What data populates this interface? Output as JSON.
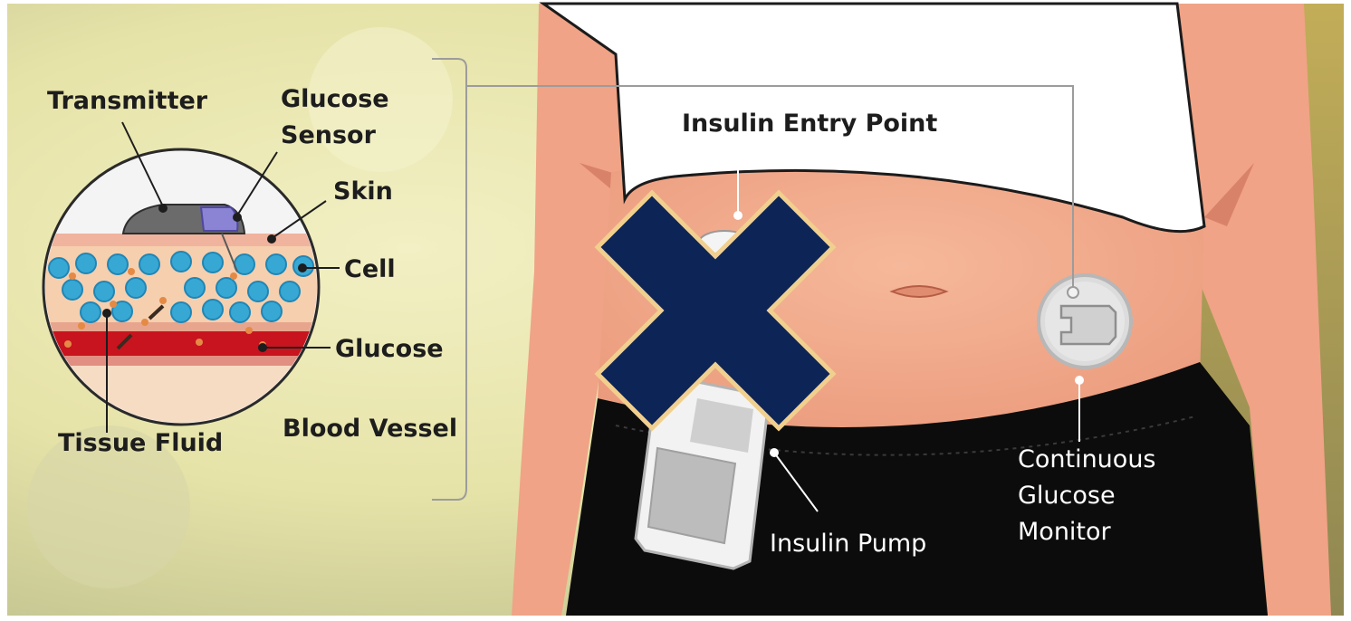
{
  "inset_labels": {
    "transmitter": "Transmitter",
    "glucose_sensor": [
      "Glucose",
      "Sensor"
    ],
    "skin": "Skin",
    "cell": "Cell",
    "glucose": "Glucose",
    "tissue_fluid": "Tissue Fluid",
    "blood_vessel": "Blood Vessel"
  },
  "body_labels": {
    "insulin_entry_point": "Insulin Entry Point",
    "insulin_pump": "Insulin Pump",
    "cgm": [
      "Continuous",
      "Glucose",
      "Monitor"
    ]
  },
  "colors": {
    "cross": "#0d2457",
    "cross_outline": "#f1cf8e",
    "skin": "#f3a98c",
    "shirt": "#ffffff",
    "pants": "#0c0c0c",
    "blood": "#c8141e",
    "cell": "#37a8d4",
    "glucose_dot": "#e58a45"
  }
}
